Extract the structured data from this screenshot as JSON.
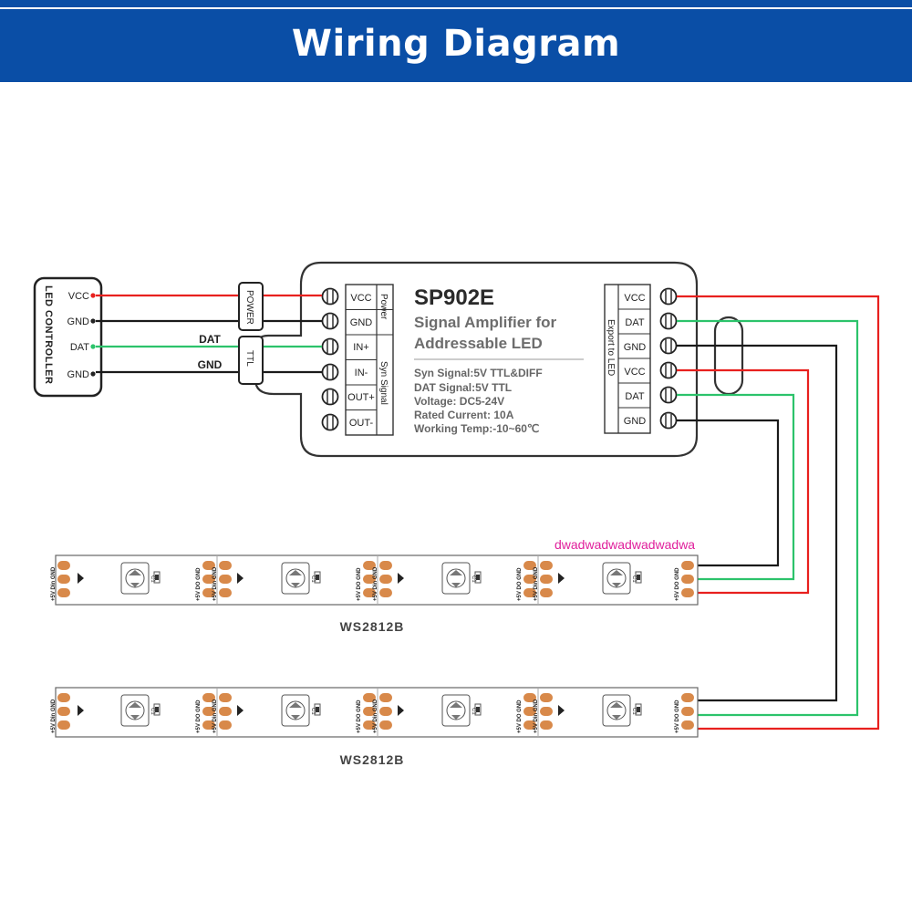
{
  "header": {
    "title": "Wiring Diagram"
  },
  "controller": {
    "label": "LED CONTROLLER",
    "pins": [
      "VCC",
      "GND",
      "DAT",
      "GND"
    ]
  },
  "wires": {
    "dat_label": "DAT",
    "gnd_label": "GND"
  },
  "tags": {
    "power": "POWER",
    "ttl": "TTL"
  },
  "amplifier": {
    "model": "SP902E",
    "subtitle_line1": "Signal Amplifier for",
    "subtitle_line2": "Addressable LED",
    "specs": [
      "Syn Signal:5V TTL&DIFF",
      "DAT Signal:5V TTL",
      "Voltage: DC5-24V",
      "Rated Current: 10A",
      "Working Temp:-10~60℃"
    ],
    "input_terminals": [
      "VCC",
      "GND",
      "IN+",
      "IN-",
      "OUT+",
      "OUT-"
    ],
    "power_group_label": "Power",
    "syn_group_label": "Syn Signal",
    "output_terminals": [
      "VCC",
      "DAT",
      "GND",
      "VCC",
      "DAT",
      "GND"
    ],
    "export_label": "Export to LED"
  },
  "strips": [
    {
      "name": "WS2812B"
    },
    {
      "name": "WS2812B"
    }
  ],
  "strip_pad_labels": {
    "left": "+5V Din GND",
    "mid": "+5V DO GND",
    "cap": "C1"
  },
  "watermark": "dwadwadwadwadwadwa",
  "colors": {
    "header_blue": "#0a4ea6",
    "vcc_wire": "#e8201e",
    "gnd_wire": "#1a1a1a",
    "dat_wire": "#2cc36b",
    "pad_orange": "#d8894a",
    "watermark": "#e0209c"
  }
}
